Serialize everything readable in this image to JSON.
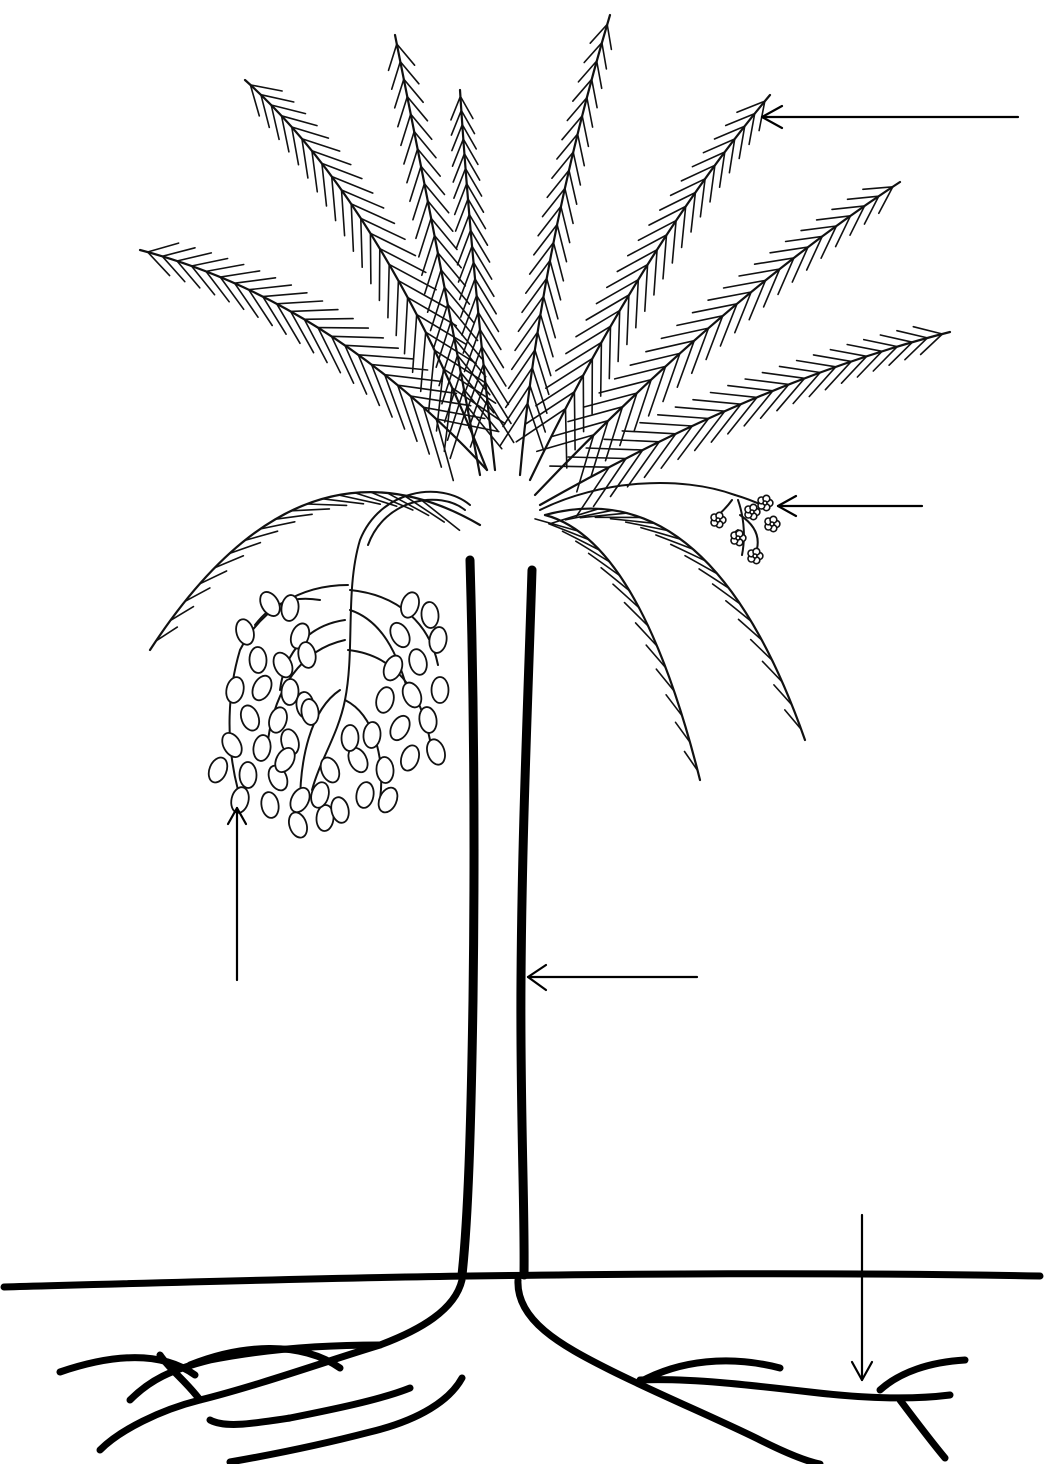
{
  "diagram": {
    "subject": "palm-tree",
    "parts": [
      "leaves",
      "flowers",
      "fruits",
      "trunk",
      "roots"
    ],
    "label_text": [
      "",
      "",
      "",
      "",
      ""
    ],
    "colors": {
      "ink": "#000000",
      "background": "#ffffff"
    }
  }
}
